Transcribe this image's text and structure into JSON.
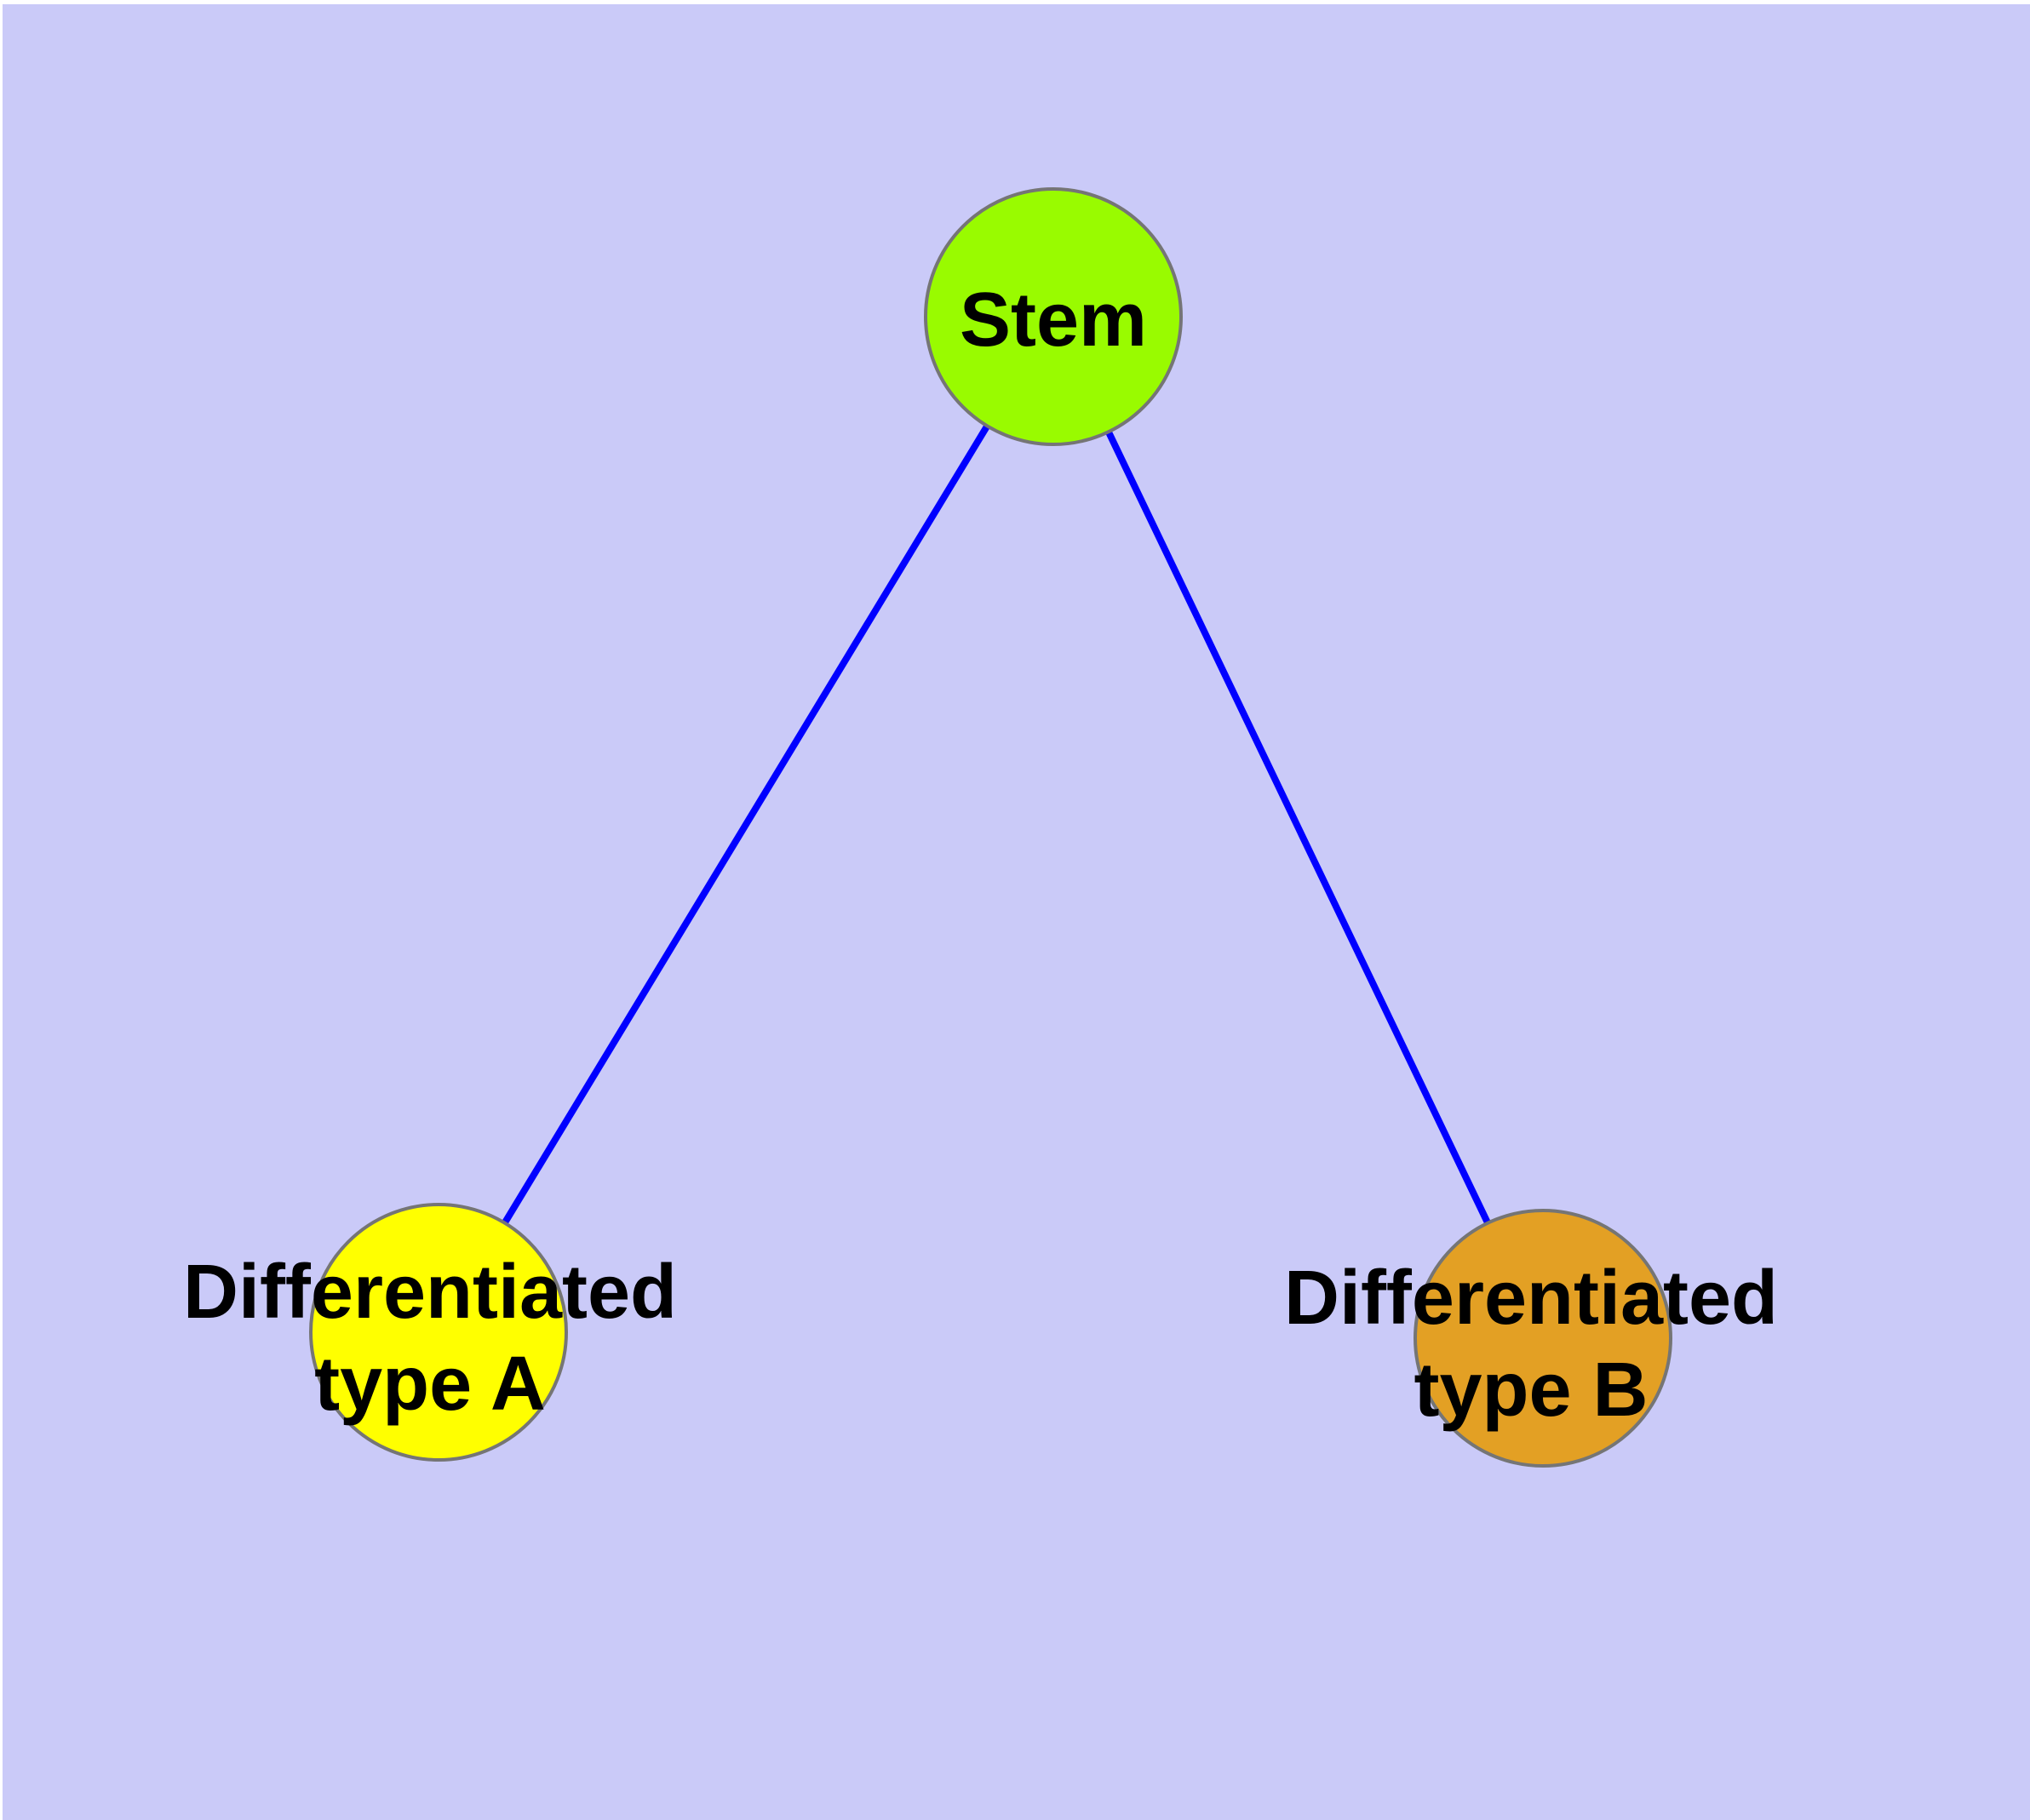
{
  "diagram": {
    "background_color": "#CACAF8",
    "edge_color": "#0000FF",
    "node_border_color": "#757575",
    "text_color": "#000000",
    "nodes": [
      {
        "id": "stem",
        "label": "Stem",
        "fill": "#99FB00"
      },
      {
        "id": "differentiated-type-a",
        "label": "Differentiated type A",
        "line1": "Differentiated",
        "line2": "type A",
        "fill": "#FFFF00"
      },
      {
        "id": "differentiated-type-b",
        "label": "Differentiated type B",
        "line1": "Differentiated",
        "line2": "type B",
        "fill": "#E3A024"
      }
    ],
    "edges": [
      {
        "from": "Stem",
        "to": "Differentiated type A"
      },
      {
        "from": "Stem",
        "to": "Differentiated type B"
      }
    ]
  }
}
